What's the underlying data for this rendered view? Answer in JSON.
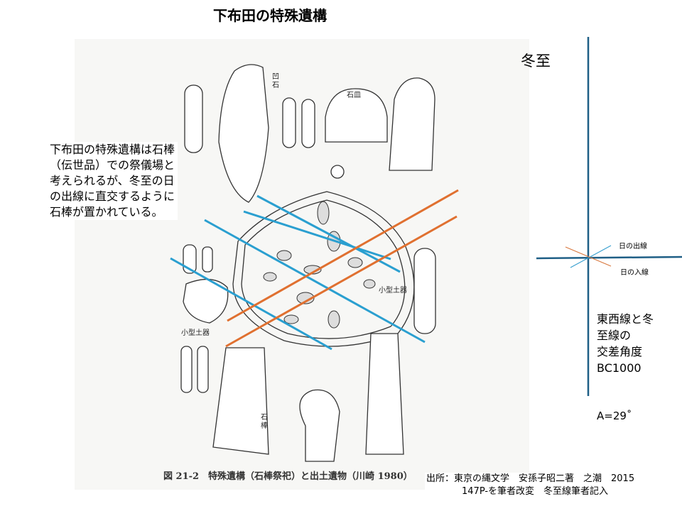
{
  "title": "下布田の特殊遺構",
  "note": "下布田の特殊遺構は石棒（伝世品）での祭儀場と考えられるが、冬至の日の出線に直交するように石棒が置かれている。",
  "diagram": {
    "heading": "冬至",
    "sunrise_label": "日の出線",
    "sunset_label": "日の入線",
    "angle_caption": [
      "東西線と冬",
      "至線の",
      "交差角度",
      "BC1000"
    ],
    "angle_value": "A=29˚",
    "colors": {
      "axis": "#1f5f86",
      "sunrise": "#3aa0d0",
      "sunset": "#d9783e"
    }
  },
  "figure": {
    "caption": "図 21-2　特殊遺構（石棒祭祀）と出土遺物（川崎 1980）",
    "labels": {
      "hollow_stone": "凹石",
      "stone_plate": "石皿",
      "small_pottery_1": "小型土器",
      "small_pottery_2": "小型土器",
      "stone_rod": "石棒"
    },
    "line_colors": {
      "perpendicular": "#2a9fd0",
      "solstice": "#e07030"
    }
  },
  "source": [
    "出所：東京の縄文学　安孫子昭二著　之潮　2015",
    "147P-を筆者改変　冬至線筆者記入"
  ]
}
